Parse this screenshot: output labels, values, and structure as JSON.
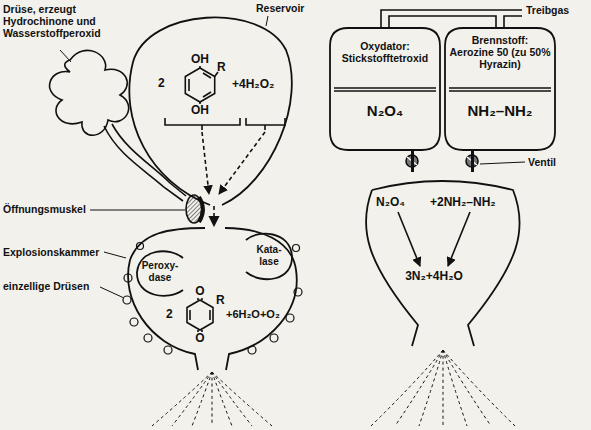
{
  "diagram": {
    "nodes": [
      {
        "text": [
          "OH",
          "R",
          "2",
          "+4H₂O₂",
          "OH"
        ]
      },
      {
        "text": [
          "2",
          "O",
          "R",
          "+6H₂O+O₂",
          "O"
        ]
      },
      {
        "text": [
          "Peroxy- dase"
        ],
        "in": 1
      },
      {
        "text": [
          "Kata- lase"
        ],
        "in": 1
      },
      {
        "text": [
          "Oxydator: Stickstofftetroxid",
          "N₂O₄"
        ]
      },
      {
        "text": [
          "Brennstoff: Aerozine 50 (zu 50% Hyrazin)",
          "NH₂–NH₂"
        ]
      },
      {
        "text": [
          "N₂O₄",
          "+2NH₂–NH₂",
          "3N₂+4H₂O"
        ]
      }
    ],
    "edges": [
      {
        "from": 0,
        "to": 1,
        "arrow": "to"
      },
      {
        "from": 4,
        "to": 6,
        "arrow": "none"
      },
      {
        "from": 5,
        "to": 6,
        "arrow": "none"
      }
    ],
    "labels": [
      "Drüse, erzeugt Hydrochinone und Wasserstoffperoxid",
      "Reservoir",
      "Öffnungsmuskel",
      "Explosionskammer",
      "einzellige Drüsen",
      "Treibgas",
      "Ventil"
    ]
  }
}
